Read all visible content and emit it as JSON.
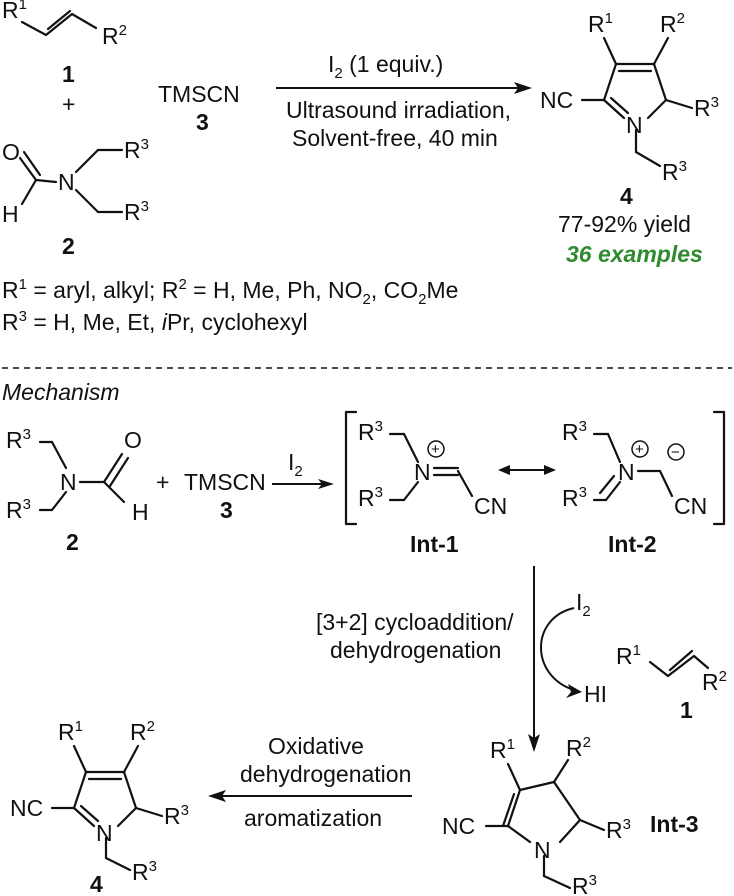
{
  "reaction": {
    "reagent_i2": "I",
    "reagent_i2_sub": "2",
    "reagent_i2_suffix": " (1 equiv.)",
    "cond1": "Ultrasound irradiation,",
    "cond2": "Solvent-free, 40 min",
    "tmscn": "TMSCN",
    "label_1": "1",
    "label_2": "2",
    "label_3": "3",
    "label_4": "4",
    "plus": "+",
    "yield": "77-92% yield",
    "examples": "36 examples"
  },
  "atoms": {
    "R": "R",
    "sup1": "1",
    "sup2": "2",
    "sup3": "3",
    "N": "N",
    "O": "O",
    "H": "H",
    "NC": "NC",
    "CN": "CN",
    "HI": "HI"
  },
  "substituents": {
    "line1_r": "R",
    "line1_sup": "1",
    "line1_a": " = aryl, alkyl; R",
    "line1_sup2": "2",
    "line1_b": " = H, Me, Ph, NO",
    "line1_sub": "2",
    "line1_c": ", CO",
    "line1_sub2": "2",
    "line1_d": "Me",
    "line2_r": "R",
    "line2_sup": "3",
    "line2_a": " = H, Me, Et, ",
    "line2_ipr": "i",
    "line2_b": "Pr, cyclohexyl"
  },
  "mechanism": {
    "title": "Mechanism",
    "int1": "Int-1",
    "int2": "Int-2",
    "int3": "Int-3",
    "step1a": "[3+2] cycloaddition/",
    "step1b": "dehydrogenation",
    "step2a": "Oxidative",
    "step2b": "dehydrogenation",
    "step2c": "aromatization",
    "plus_charge": "+",
    "minus_charge": "−"
  }
}
